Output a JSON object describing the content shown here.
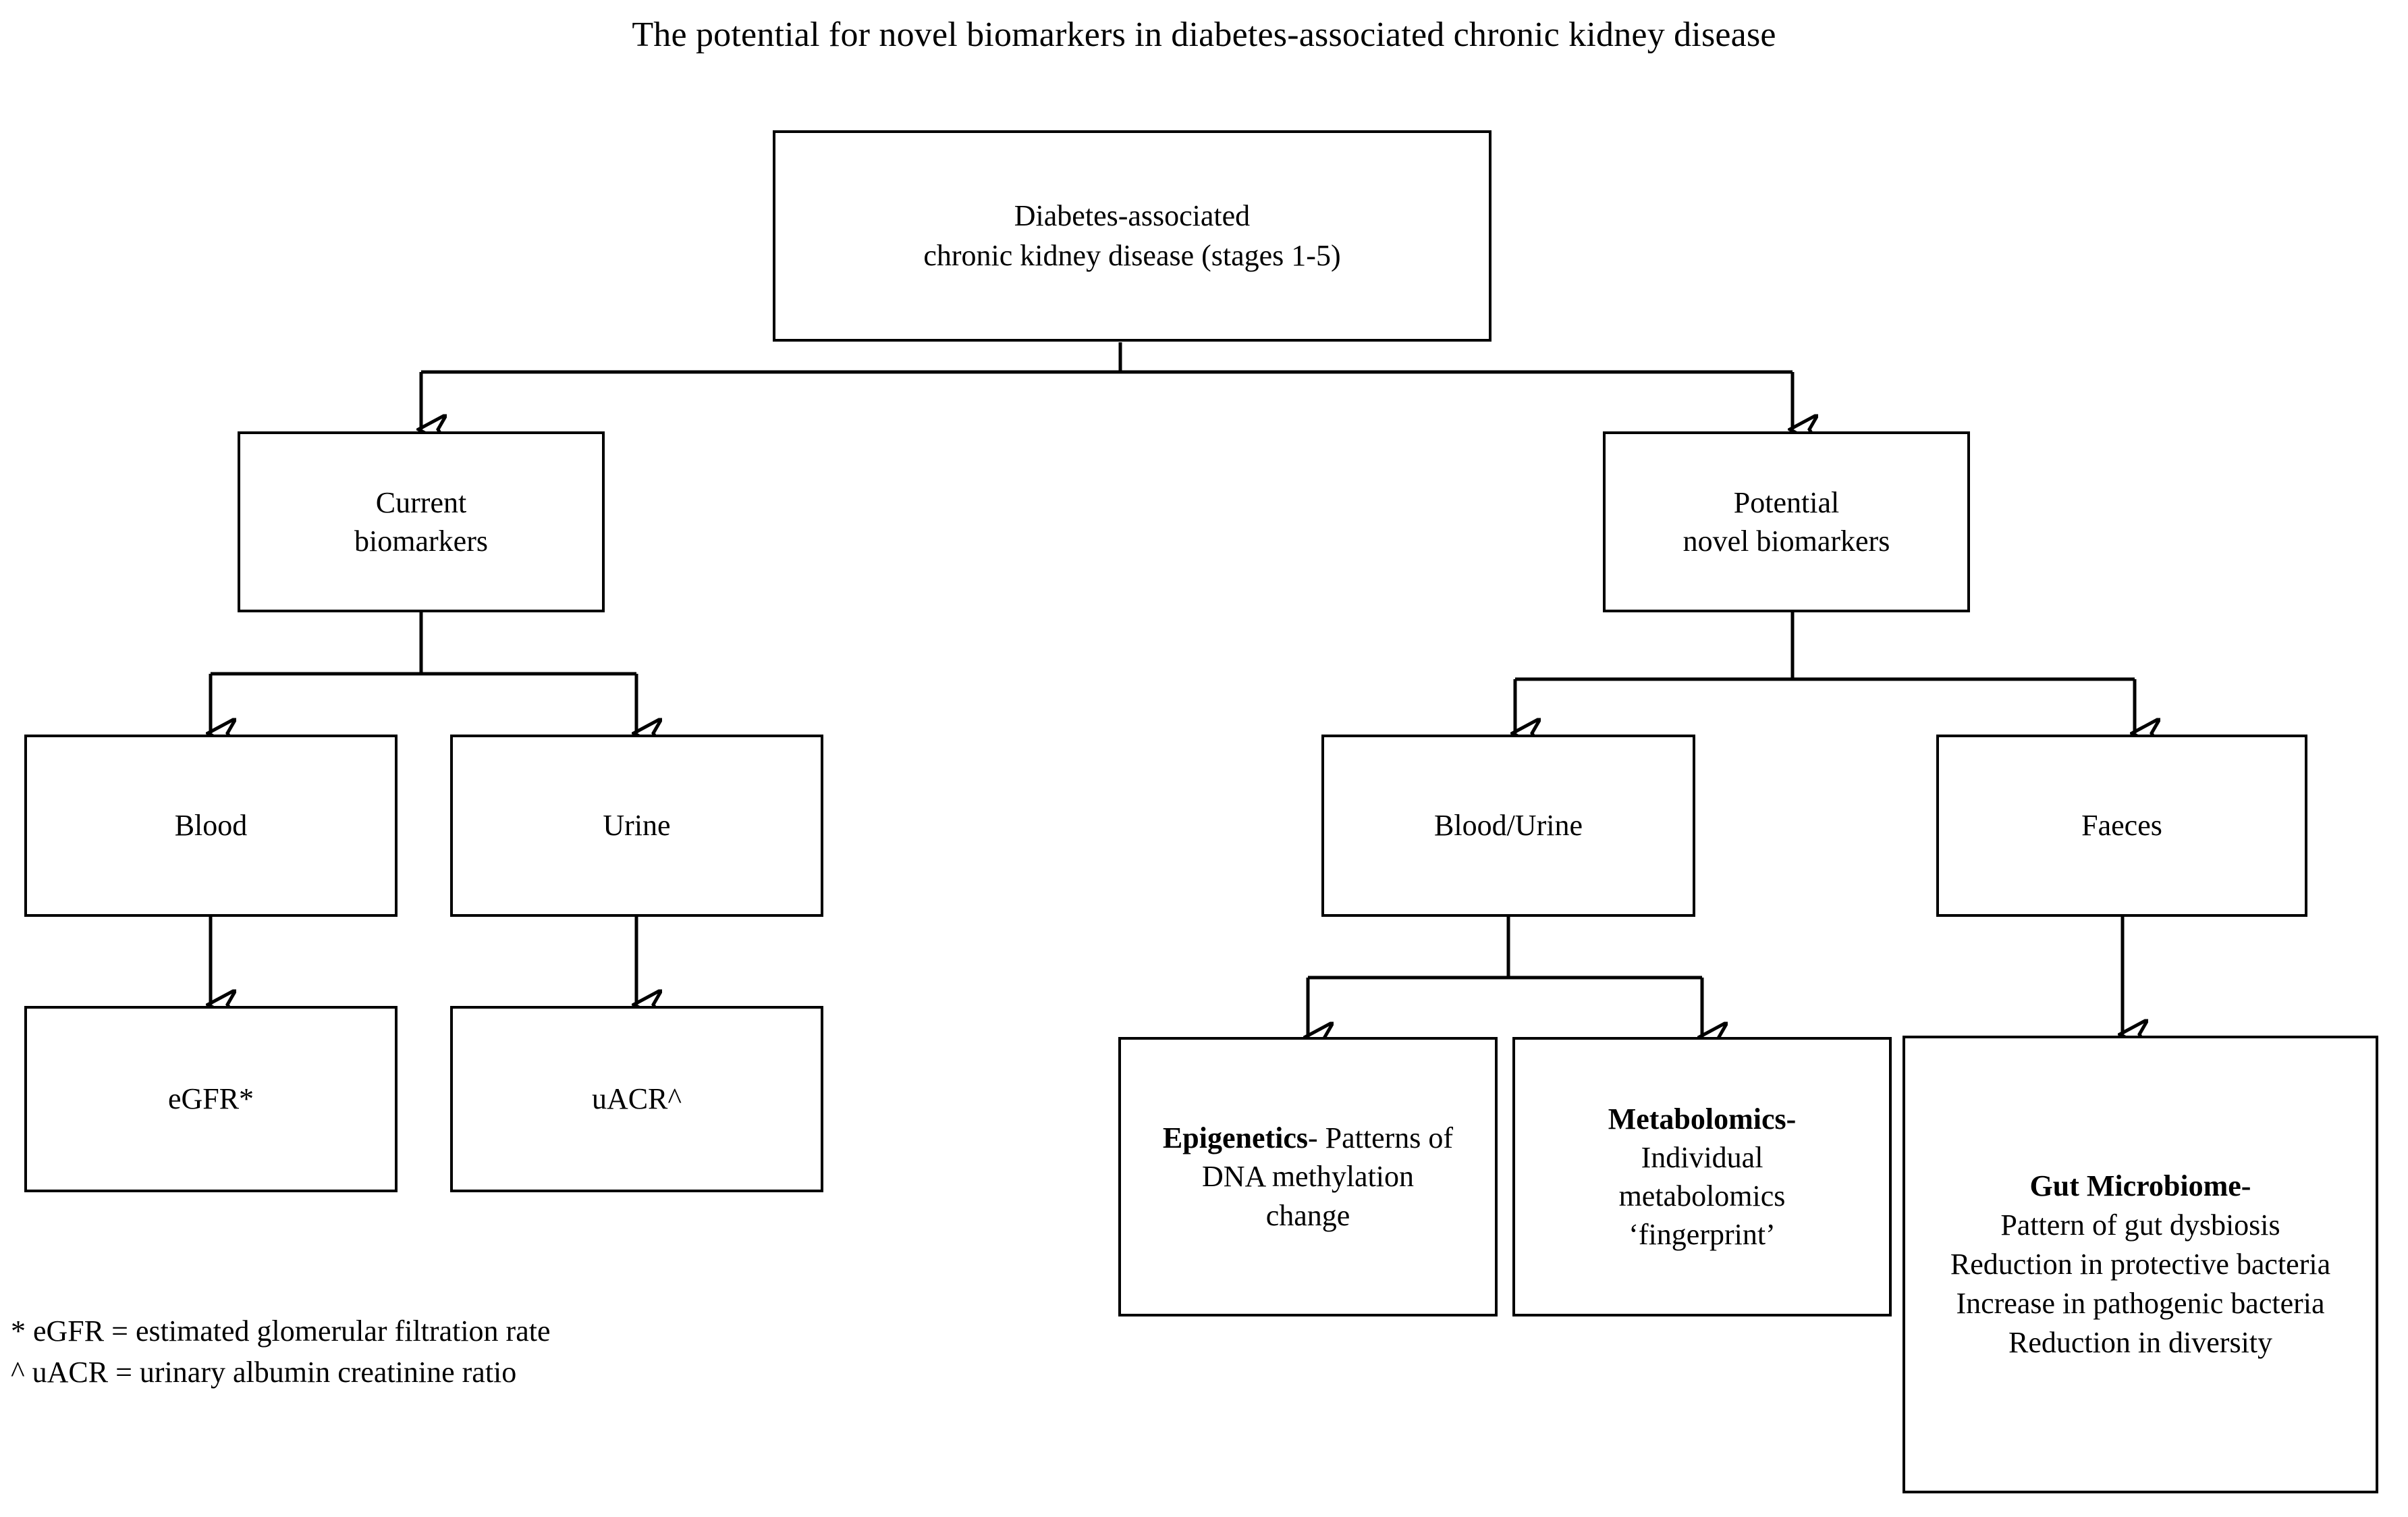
{
  "title": "The potential for novel biomarkers in diabetes-associated chronic kidney disease",
  "nodes": {
    "root": {
      "line1": "Diabetes-associated",
      "line2": "chronic kidney disease (stages 1-5)"
    },
    "current_biomarkers": {
      "line1": "Current",
      "line2": "biomarkers"
    },
    "potential_novel_biomarkers": {
      "line1": "Potential",
      "line2": "novel biomarkers"
    },
    "blood": {
      "label": "Blood"
    },
    "urine": {
      "label": "Urine"
    },
    "egfr": {
      "label": "eGFR*"
    },
    "uacr": {
      "label": "uACR^"
    },
    "blood_urine": {
      "label": "Blood/Urine"
    },
    "faeces": {
      "label": "Faeces"
    },
    "epigenetics": {
      "heading": "Epigenetics",
      "line1_rest": "- Patterns of",
      "line2": "DNA methylation",
      "line3": "change"
    },
    "metabolomics": {
      "heading": "Metabolomics-",
      "line1": "Individual",
      "line2": "metabolomics",
      "line3": "‘fingerprint’"
    },
    "gut_microbiome": {
      "heading": "Gut Microbiome-",
      "line1": "Pattern of gut dysbiosis",
      "line2": "Reduction in protective bacteria",
      "line3": "Increase in pathogenic bacteria",
      "line4": "Reduction in diversity"
    }
  },
  "footnotes": {
    "egfr": "* eGFR = estimated glomerular filtration rate",
    "uacr": "^ uACR = urinary albumin creatinine ratio"
  },
  "colors": {
    "stroke": "#000000",
    "background": "#ffffff",
    "text": "#000000"
  }
}
